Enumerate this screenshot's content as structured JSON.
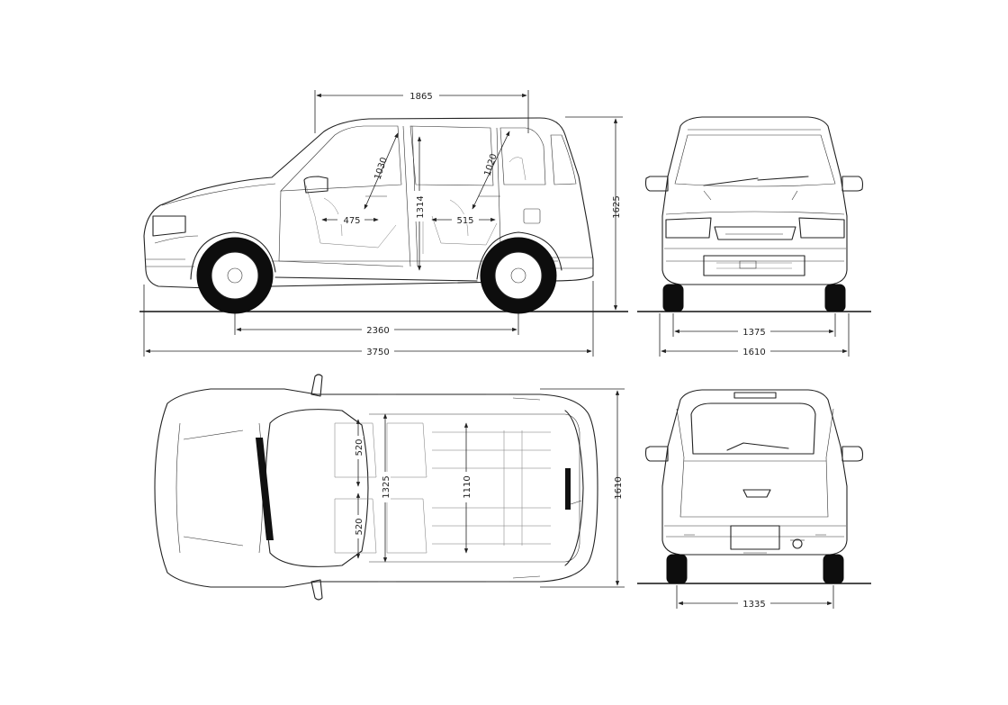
{
  "diagram": {
    "side_view": {
      "dimensions": {
        "roof_length": "1865",
        "front_headroom": "1030",
        "rear_headroom": "1020",
        "front_legroom": "475",
        "center_height": "1314",
        "rear_legroom": "515",
        "overall_height": "1625",
        "wheelbase": "2360",
        "overall_length": "3750"
      }
    },
    "front_view": {
      "dimensions": {
        "front_track": "1375",
        "overall_width": "1610"
      }
    },
    "top_view": {
      "dimensions": {
        "front_seat_width": "520",
        "rear_seat_width": "520",
        "shoulder_width": "1325",
        "cargo_width": "1110",
        "overall_width": "1610"
      }
    },
    "rear_view": {
      "dimensions": {
        "rear_track": "1335"
      }
    }
  }
}
